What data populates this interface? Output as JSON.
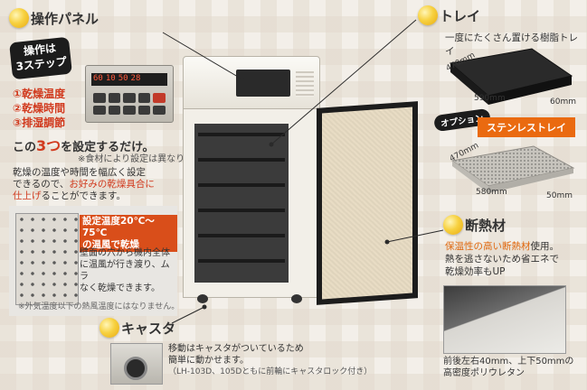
{
  "panel": {
    "heading": "操作パネル",
    "badge_line1": "操作は",
    "badge_line2": "3ステップ",
    "steps": [
      "①乾燥温度",
      "②乾燥時間",
      "③排湿調節"
    ],
    "summary_pre": "この",
    "summary_num": "3つ",
    "summary_post": "を設定するだけ。",
    "note": "※食材により設定は異なります。",
    "desc_1": "乾燥の温度や時間を幅広く設定",
    "desc_2": "できるので、",
    "desc_2_accent": "お好みの乾燥具合に",
    "desc_3_accent": "仕上げ",
    "desc_3": "ることができます。",
    "display_values": [
      "60",
      "10",
      "50",
      "28"
    ]
  },
  "temp": {
    "label_1": "設定温度20℃〜75℃",
    "label_2": "の温風で乾燥",
    "text": [
      "壁面の穴から機内全体",
      "に温風が行き渡り、ムラ",
      "なく乾燥できます。"
    ],
    "note": "※外気温度以下の熱風温度にはなりません。"
  },
  "tray": {
    "heading": "トレイ",
    "caption": "一度にたくさん置ける樹脂トレイ",
    "dims": [
      "470mm",
      "590mm",
      "60mm"
    ],
    "option_badge": "オプション",
    "option_title": "ステンレストレイ",
    "option_dims": [
      "470mm",
      "580mm",
      "50mm"
    ]
  },
  "insulation": {
    "heading": "断熱材",
    "line1_accent": "保温性の高い断熱材",
    "line1": "使用。",
    "line2": "熱を逃さないため省エネで",
    "line3": "乾燥効率もUP",
    "caption_1": "前後左右40mm、上下50mmの",
    "caption_2": "高密度ポリウレタン"
  },
  "caster": {
    "heading": "キャスタ",
    "line1": "移動はキャスタがついているため",
    "line2": "簡単に動かせます。",
    "note": "（LH-103D、105Dともに前輪にキャスタロック付き）"
  }
}
